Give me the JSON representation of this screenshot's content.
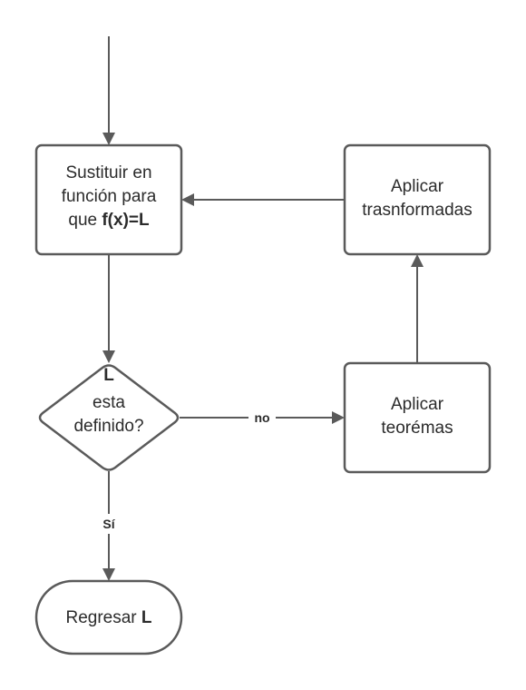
{
  "nodes": {
    "sustituir": {
      "line1": "Sustituir en",
      "line2": "función para",
      "line3_prefix": "que ",
      "line3_bold": "f(x)=L"
    },
    "decision": {
      "line1": "L",
      "line2": "esta",
      "line3": "definido?"
    },
    "aplicar_teoremas": {
      "line1": "Aplicar",
      "line2": "teorémas"
    },
    "aplicar_trasnformadas": {
      "line1": "Aplicar",
      "line2": "trasnformadas"
    },
    "regresar": {
      "prefix": "Regresar ",
      "bold": "L"
    }
  },
  "edges": {
    "no_label": "no",
    "si_label": "Sí"
  },
  "colors": {
    "stroke": "#5a5a5a",
    "text": "#2b2b2b",
    "background": "#ffffff"
  }
}
